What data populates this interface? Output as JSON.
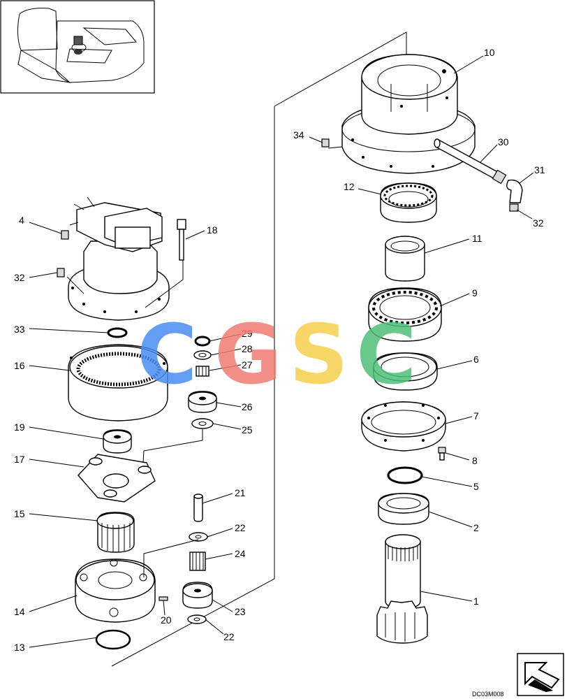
{
  "watermark": {
    "letters": [
      {
        "char": "C",
        "color": "#4a8ef0"
      },
      {
        "char": "G",
        "color": "#f07c72"
      },
      {
        "char": "S",
        "color": "#f6cf4e"
      },
      {
        "char": "C",
        "color": "#4fc07a"
      }
    ]
  },
  "drawing_code": "DC03M008",
  "nav_icon": "arrow-icon",
  "callouts": [
    {
      "id": "c10",
      "label": "10"
    },
    {
      "id": "c34",
      "label": "34"
    },
    {
      "id": "c30",
      "label": "30"
    },
    {
      "id": "c31",
      "label": "31"
    },
    {
      "id": "c12",
      "label": "12"
    },
    {
      "id": "c32a",
      "label": "32"
    },
    {
      "id": "c4",
      "label": "4"
    },
    {
      "id": "c18",
      "label": "18"
    },
    {
      "id": "c11",
      "label": "11"
    },
    {
      "id": "c32b",
      "label": "32"
    },
    {
      "id": "c9",
      "label": "9"
    },
    {
      "id": "c33",
      "label": "33"
    },
    {
      "id": "c29",
      "label": "29"
    },
    {
      "id": "c28",
      "label": "28"
    },
    {
      "id": "c16",
      "label": "16"
    },
    {
      "id": "c27",
      "label": "27"
    },
    {
      "id": "c6",
      "label": "6"
    },
    {
      "id": "c26",
      "label": "26"
    },
    {
      "id": "c7",
      "label": "7"
    },
    {
      "id": "c19",
      "label": "19"
    },
    {
      "id": "c25",
      "label": "25"
    },
    {
      "id": "c17",
      "label": "17"
    },
    {
      "id": "c8",
      "label": "8"
    },
    {
      "id": "c5",
      "label": "5"
    },
    {
      "id": "c21",
      "label": "21"
    },
    {
      "id": "c15",
      "label": "15"
    },
    {
      "id": "c22a",
      "label": "22"
    },
    {
      "id": "c2",
      "label": "2"
    },
    {
      "id": "c24",
      "label": "24"
    },
    {
      "id": "c1",
      "label": "1"
    },
    {
      "id": "c14",
      "label": "14"
    },
    {
      "id": "c20",
      "label": "20"
    },
    {
      "id": "c23",
      "label": "23"
    },
    {
      "id": "c22b",
      "label": "22"
    },
    {
      "id": "c13",
      "label": "13"
    }
  ]
}
